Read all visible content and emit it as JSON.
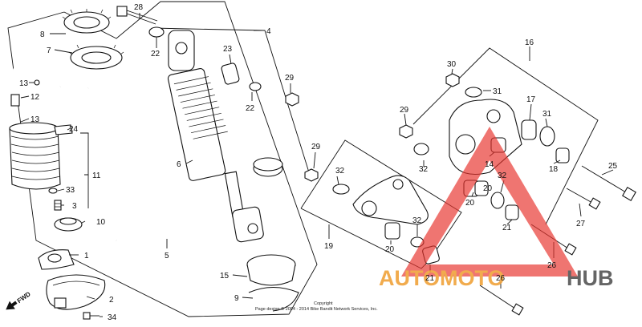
{
  "labels": {
    "l1": "1",
    "l2": "2",
    "l3": "3",
    "l4": "4",
    "l5": "5",
    "l6": "6",
    "l7": "7",
    "l8": "8",
    "l9": "9",
    "l10": "10",
    "l11": "11",
    "l12": "12",
    "l13a": "13",
    "l13b": "13",
    "l14": "14",
    "l15": "15",
    "l16": "16",
    "l17": "17",
    "l18": "18",
    "l19": "19",
    "l20a": "20",
    "l20b": "20",
    "l20c": "20",
    "l21a": "21",
    "l21b": "21",
    "l22a": "22",
    "l22b": "22",
    "l23": "23",
    "l24": "24",
    "l25": "25",
    "l26a": "26",
    "l26b": "26",
    "l27": "27",
    "l28": "28",
    "l29a": "29",
    "l29b": "29",
    "l29c": "29",
    "l30": "30",
    "l31a": "31",
    "l31b": "31",
    "l32a": "32",
    "l32b": "32",
    "l32c": "32",
    "l32d": "32",
    "l33": "33",
    "l34": "34"
  },
  "fwd_label": "FWD",
  "copyright": {
    "line1": "Copyright",
    "line2": "Page design © 2004 - 2014 Bike Bandit Network Services, Inc."
  },
  "watermark": {
    "part1": "AUTOMOTO",
    "part2": "HUB",
    "colors": {
      "triangle": "#e8342e",
      "part1": "#f0a23a",
      "part2": "#555555"
    }
  }
}
